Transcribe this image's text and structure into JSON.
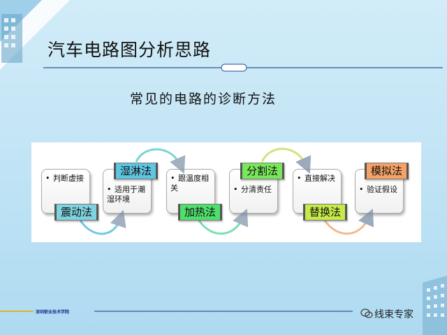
{
  "title": "汽车电路图分析思路",
  "subtitle": "常见的电路的诊断方法",
  "steps": [
    {
      "text": "判断虚接",
      "method": "震动法",
      "color": "#7fd3de"
    },
    {
      "text": "适用于潮湿环境",
      "method": "湿淋法",
      "color": "#5fc5e0"
    },
    {
      "text": "跟温度相关",
      "method": "加热法",
      "color": "#4ee06b"
    },
    {
      "text": "分清责任",
      "method": "分割法",
      "color": "#78e85a"
    },
    {
      "text": "直接解决",
      "method": "替换法",
      "color": "#c6ea4a"
    },
    {
      "text": "验证假设",
      "method": "模拟法",
      "color": "#f6a266"
    }
  ],
  "footer": {
    "school": "深圳职业技术学院"
  },
  "watermark": "线束专家"
}
